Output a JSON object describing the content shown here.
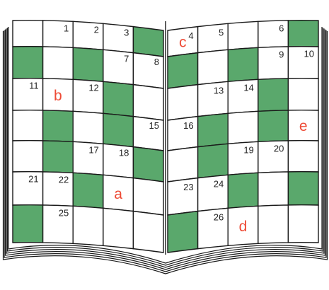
{
  "colors": {
    "green": "#5aa86c",
    "white": "#ffffff",
    "ink": "#1a1a1a",
    "letter": "#ee4b36",
    "number": "#222222"
  },
  "puzzle": {
    "left_green_cells": [
      [
        0,
        4
      ],
      [
        1,
        0
      ],
      [
        1,
        2
      ],
      [
        2,
        3
      ],
      [
        3,
        1
      ],
      [
        3,
        3
      ],
      [
        4,
        1
      ],
      [
        4,
        4
      ],
      [
        5,
        2
      ],
      [
        6,
        0
      ]
    ],
    "right_green_cells": [
      [
        0,
        4
      ],
      [
        1,
        0
      ],
      [
        1,
        2
      ],
      [
        2,
        3
      ],
      [
        3,
        1
      ],
      [
        3,
        3
      ],
      [
        4,
        1
      ],
      [
        5,
        2
      ],
      [
        5,
        4
      ],
      [
        6,
        0
      ]
    ],
    "numbers": [
      {
        "page": "left",
        "row": 0,
        "col": 1,
        "text": "1"
      },
      {
        "page": "left",
        "row": 0,
        "col": 2,
        "text": "2"
      },
      {
        "page": "left",
        "row": 0,
        "col": 3,
        "text": "3"
      },
      {
        "page": "right",
        "row": 0,
        "col": 0,
        "text": "4"
      },
      {
        "page": "right",
        "row": 0,
        "col": 1,
        "text": "5"
      },
      {
        "page": "right",
        "row": 0,
        "col": 3,
        "text": "6"
      },
      {
        "page": "left",
        "row": 1,
        "col": 3,
        "text": "7"
      },
      {
        "page": "left",
        "row": 1,
        "col": 4,
        "text": "8"
      },
      {
        "page": "right",
        "row": 1,
        "col": 3,
        "text": "9"
      },
      {
        "page": "right",
        "row": 1,
        "col": 4,
        "text": "10"
      },
      {
        "page": "left",
        "row": 2,
        "col": 0,
        "text": "11"
      },
      {
        "page": "left",
        "row": 2,
        "col": 2,
        "text": "12"
      },
      {
        "page": "right",
        "row": 2,
        "col": 1,
        "text": "13"
      },
      {
        "page": "right",
        "row": 2,
        "col": 2,
        "text": "14"
      },
      {
        "page": "left",
        "row": 3,
        "col": 4,
        "text": "15"
      },
      {
        "page": "right",
        "row": 3,
        "col": 0,
        "text": "16"
      },
      {
        "page": "left",
        "row": 4,
        "col": 2,
        "text": "17"
      },
      {
        "page": "left",
        "row": 4,
        "col": 3,
        "text": "18"
      },
      {
        "page": "right",
        "row": 4,
        "col": 2,
        "text": "19"
      },
      {
        "page": "right",
        "row": 4,
        "col": 3,
        "text": "20"
      },
      {
        "page": "left",
        "row": 5,
        "col": 0,
        "text": "21"
      },
      {
        "page": "left",
        "row": 5,
        "col": 1,
        "text": "22"
      },
      {
        "page": "right",
        "row": 5,
        "col": 0,
        "text": "23"
      },
      {
        "page": "right",
        "row": 5,
        "col": 1,
        "text": "24"
      },
      {
        "page": "left",
        "row": 6,
        "col": 1,
        "text": "25"
      },
      {
        "page": "right",
        "row": 6,
        "col": 1,
        "text": "26"
      }
    ],
    "letters": [
      {
        "page": "left",
        "row": 5,
        "col": 3,
        "text": "a"
      },
      {
        "page": "left",
        "row": 2,
        "col": 1,
        "text": "b"
      },
      {
        "page": "right",
        "row": 0,
        "col": 0,
        "text": "c"
      },
      {
        "page": "right",
        "row": 6,
        "col": 2,
        "text": "d"
      },
      {
        "page": "right",
        "row": 3,
        "col": 4,
        "text": "e"
      }
    ]
  }
}
